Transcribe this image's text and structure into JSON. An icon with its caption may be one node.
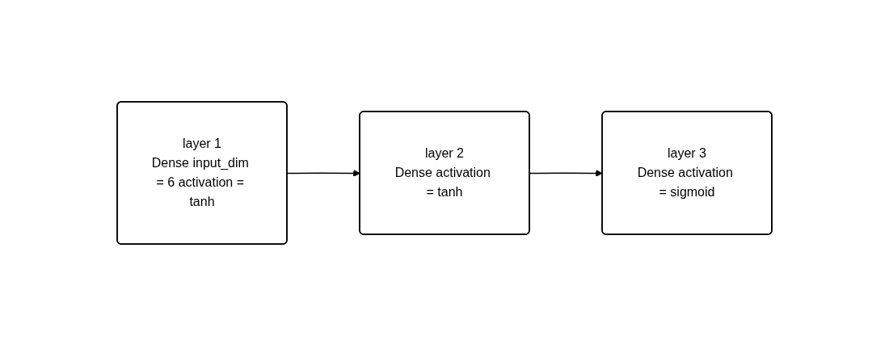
{
  "diagram": {
    "nodes": [
      {
        "text": [
          "layer 1",
          "Dense input_dim = 6 activation = tanh"
        ]
      },
      {
        "text": [
          "layer 2",
          "Dense activation = tanh"
        ]
      },
      {
        "text": [
          "layer 3",
          "Dense activation = sigmoid"
        ]
      }
    ],
    "edges": [
      {
        "from": 0,
        "to": 1,
        "arrow": "to"
      },
      {
        "from": 1,
        "to": 2,
        "arrow": "to"
      }
    ]
  }
}
